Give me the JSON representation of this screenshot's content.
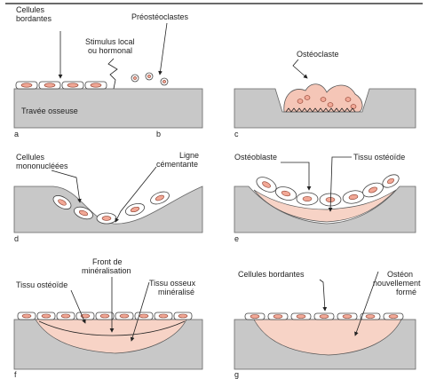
{
  "panels": {
    "a": {
      "letter": "a",
      "cellules_bordantes": [
        "Cellules",
        "bordantes"
      ],
      "stimulus": [
        "Stimulus local",
        "ou hormonal"
      ],
      "travee": "Travée osseuse"
    },
    "b": {
      "letter": "b",
      "preosteoclastes": "Préostéoclastes"
    },
    "c": {
      "letter": "c",
      "osteoclaste": "Ostéoclaste"
    },
    "d": {
      "letter": "d",
      "cellules_mononucleees": [
        "Cellules",
        "mononucléées"
      ],
      "ligne_cementante": [
        "Ligne",
        "cémentante"
      ]
    },
    "e": {
      "letter": "e",
      "osteoblaste": "Ostéoblaste",
      "tissu_osteoide": "Tissu ostéoïde"
    },
    "f": {
      "letter": "f",
      "tissu_osteoide": "Tissu ostéoïde",
      "front": [
        "Front de",
        "minéralisation"
      ],
      "tissu_osseux": [
        "Tissu osseux",
        "minéralisé"
      ]
    },
    "g": {
      "letter": "g",
      "cellules_bordantes": "Cellules bordantes",
      "osteon": [
        "Ostéon",
        "nouvellement",
        "formé"
      ]
    }
  }
}
